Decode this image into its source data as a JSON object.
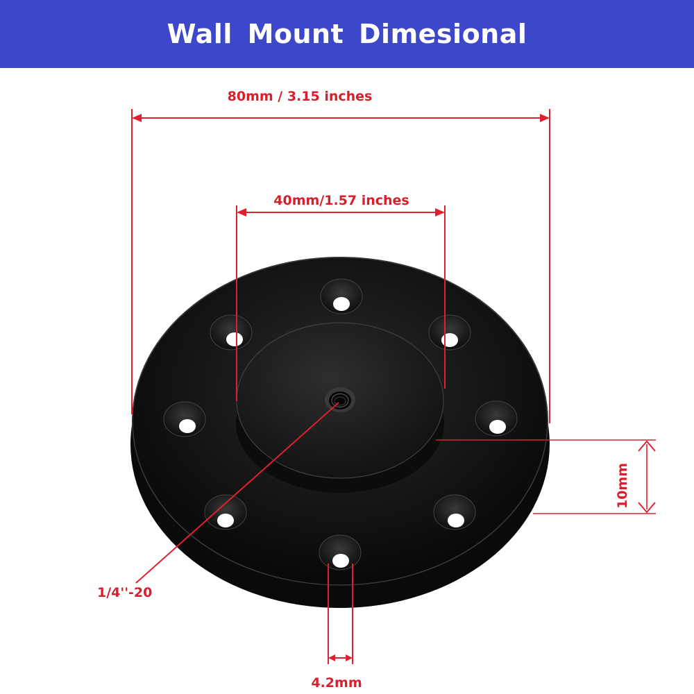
{
  "header": {
    "title": "Wall Mount Dimesional",
    "background_color": "#3d47c9",
    "text_color": "#ffffff"
  },
  "dimensions": {
    "outer_diameter": "80mm / 3.15 inches",
    "inner_diameter": "40mm/1.57 inches",
    "thread_size": "1/4''-20",
    "hole_diameter": "4.2mm",
    "thickness": "10mm"
  },
  "colors": {
    "dimension_line": "#e0202e",
    "plate": "#111111",
    "background": "#ffffff"
  },
  "part": {
    "mounting_hole_count": 8,
    "center_hole": "threaded"
  }
}
